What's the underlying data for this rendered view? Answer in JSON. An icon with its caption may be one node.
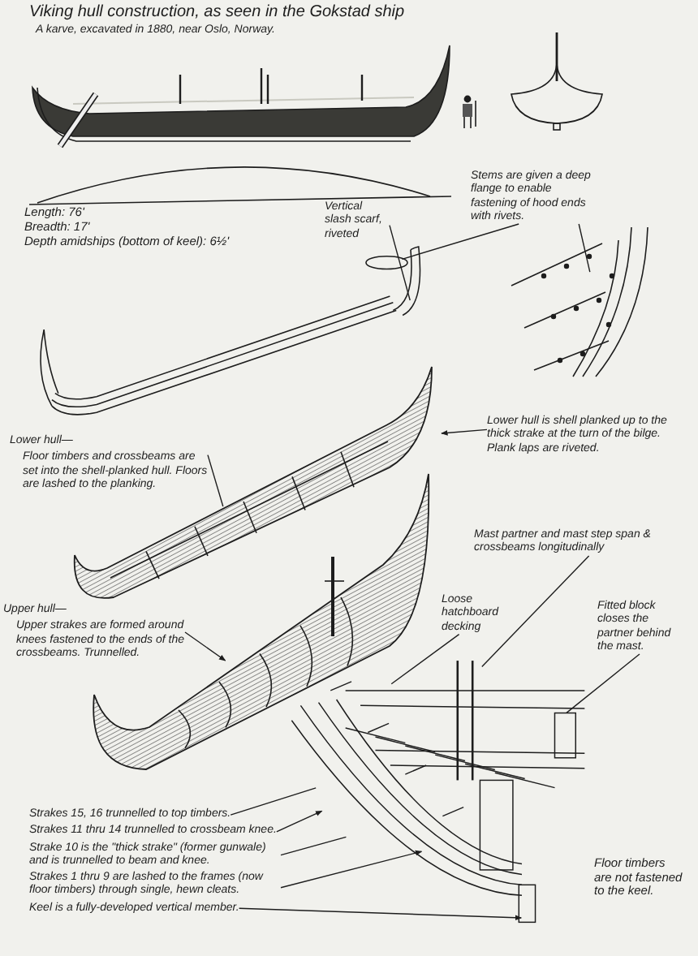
{
  "diagram": {
    "title": "Viking hull construction, as seen in the Gokstad ship",
    "nodes": [
      {
        "text": [
          "Stems are given a deep flange to enable fastening of hood ends with rivets."
        ]
      },
      {
        "text": [
          "Vertical slash scarf, riveted"
        ]
      },
      {
        "text": [],
        "shape": "picture"
      },
      {
        "text": [],
        "shape": "picture"
      },
      {
        "text": [
          "Lower hull is shell planked up to the thick strake at the turn of the bilge. Plank laps are riveted."
        ]
      },
      {
        "text": [
          "Lower hull—",
          "Floor timbers and crossbeams are set into the shell-planked hull. Floors are lashed to the planking."
        ]
      },
      {
        "text": [],
        "shape": "picture"
      },
      {
        "text": [
          "Mast partner and mast step span & crossbeams longitudinally"
        ]
      },
      {
        "text": [
          "Upper hull—",
          "Upper strakes are formed around knees fastened to the ends of the crossbeams. Trunnelled."
        ]
      },
      {
        "text": [],
        "shape": "picture"
      },
      {
        "text": [
          "Loose hatchboard decking"
        ]
      },
      {
        "text": [
          "Fitted block closes the partner behind the mast."
        ]
      },
      {
        "text": [],
        "shape": "picture",
        "beside": [
          "Floor timbers are not fastened to the keel."
        ]
      },
      {
        "text": [
          "Strakes 15, 16 trunnelled to top timbers."
        ]
      },
      {
        "text": [
          "Strakes 11 thru 14 trunnelled to crossbeam knee."
        ]
      },
      {
        "text": [
          "Strake 10 is the \"thick strake\" (former gunwale) and is trunnelled to beam and knee."
        ]
      },
      {
        "text": [
          "Strakes 1 thru 9 are lashed to the frames (now floor timbers) through single, hewn cleats."
        ]
      },
      {
        "text": [
          "Keel is a fully-developed vertical member."
        ]
      }
    ],
    "edges": [
      {
        "from": 1,
        "to": 2,
        "arrow": "none"
      },
      {
        "from": 0,
        "to": 2,
        "arrow": "none"
      },
      {
        "from": 0,
        "to": 3,
        "arrow": "none"
      },
      {
        "from": 4,
        "to": 6,
        "arrow": "to"
      },
      {
        "from": 5,
        "to": 6,
        "arrow": "none"
      },
      {
        "from": 8,
        "to": 9,
        "arrow": "to"
      },
      {
        "from": 7,
        "to": 12,
        "arrow": "none"
      },
      {
        "from": 10,
        "to": 12,
        "arrow": "none"
      },
      {
        "from": 11,
        "to": 12,
        "arrow": "none"
      },
      {
        "from": 13,
        "to": 12,
        "arrow": "none"
      },
      {
        "from": 14,
        "to": 12,
        "arrow": "to"
      },
      {
        "from": 15,
        "to": 12,
        "arrow": "none"
      },
      {
        "from": 16,
        "to": 12,
        "arrow": "to"
      },
      {
        "from": 17,
        "to": 12,
        "arrow": "to"
      }
    ],
    "labels": [
      "A karve, excavated in 1880, near Oslo, Norway.",
      "Length: 76'",
      "Breadth: 17'",
      "Depth amidships (bottom of keel): 6½'"
    ]
  }
}
